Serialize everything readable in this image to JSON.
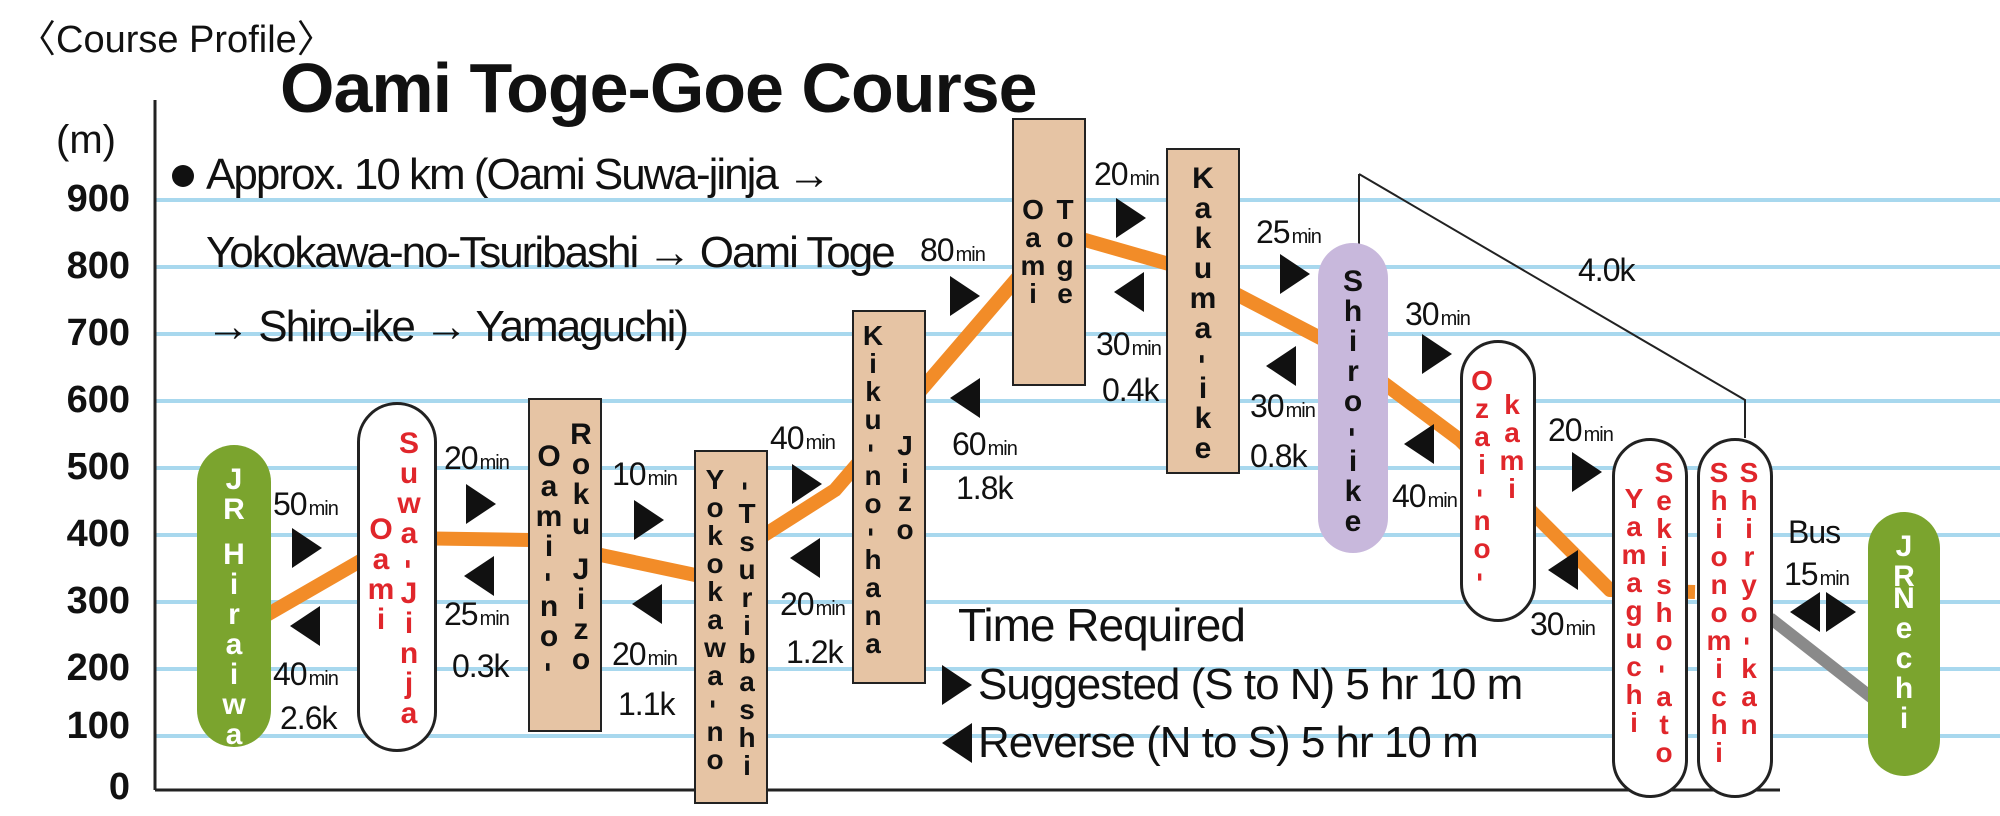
{
  "header": {
    "subtitle": "〈Course Profile〉",
    "title": "Oami Toge-Goe Course"
  },
  "axis": {
    "unit": "(m)",
    "ticks": [
      "900",
      "800",
      "700",
      "600",
      "500",
      "400",
      "300",
      "200",
      "100",
      "0"
    ]
  },
  "info": {
    "line1": "Approx. 10 km (Oami Suwa-jinja →",
    "line2": "Yokokawa-no-Tsuribashi → Oami Toge",
    "line3": "→ Shiro-ike → Yamaguchi)"
  },
  "time_required": {
    "heading": "Time Required",
    "suggested": "Suggested (S to N) 5 hr 10 m",
    "reverse": "Reverse (N to S) 5 hr 10 m"
  },
  "colors": {
    "route": "#f28c28",
    "gridline": "#a8d8ee",
    "station_green": "#7ba42e",
    "place_tan": "#e6c4a4",
    "place_lavender": "#c8b8dc",
    "red_text": "#e0262b",
    "bus_line": "#8a8a8a"
  },
  "stops": {
    "hiraiwa": {
      "col1": "JR Hiraiwa"
    },
    "suwa": {
      "col1": "Suwa-Jinja",
      "col2": "Oami"
    },
    "roku": {
      "col1": "Roku Jizo",
      "col2": "Oami-no-"
    },
    "yoko": {
      "col1": "-Tsuribashi",
      "col2": "Yokokawa-no"
    },
    "kiku": {
      "col1": "Kiku-no-hana",
      "col2": "Jizo"
    },
    "toge": {
      "col1": "Oami",
      "col2": "Toge"
    },
    "kakuma": {
      "col1": "Kakuma-ike"
    },
    "shiroike": {
      "col1": "Shiro-ike"
    },
    "ozai": {
      "col1": "Ozai-no-",
      "col2": "kami"
    },
    "yamaguchi": {
      "col1": "Yamaguchi",
      "col2": "Sekisho-ato"
    },
    "shiryo": {
      "col1": "Shionomichi",
      "col2": "Shiryo-kan"
    },
    "nechi": {
      "col1": "JR",
      "col2": "Nechi"
    }
  },
  "segments": {
    "s1": {
      "fwd": "50",
      "rev": "40",
      "dist": "2.6k"
    },
    "s2": {
      "fwd": "20",
      "rev": "25",
      "dist": "0.3k"
    },
    "s3": {
      "fwd": "10",
      "rev": "20",
      "dist": "1.1k"
    },
    "s4": {
      "fwd": "40",
      "rev": "20",
      "dist": "1.2k"
    },
    "s5": {
      "fwd": "80",
      "rev": "60",
      "dist": "1.8k"
    },
    "s6": {
      "fwd": "20",
      "rev": "30",
      "dist": "0.4k"
    },
    "s7": {
      "fwd": "25",
      "rev": "30",
      "dist": "0.8k"
    },
    "s8": {
      "fwd": "30",
      "rev": "40"
    },
    "s9": {
      "fwd": "20",
      "rev": "30"
    },
    "bus": {
      "label": "Bus",
      "time": "15"
    },
    "shortcut": {
      "dist": "4.0k"
    }
  },
  "min_unit": "min"
}
